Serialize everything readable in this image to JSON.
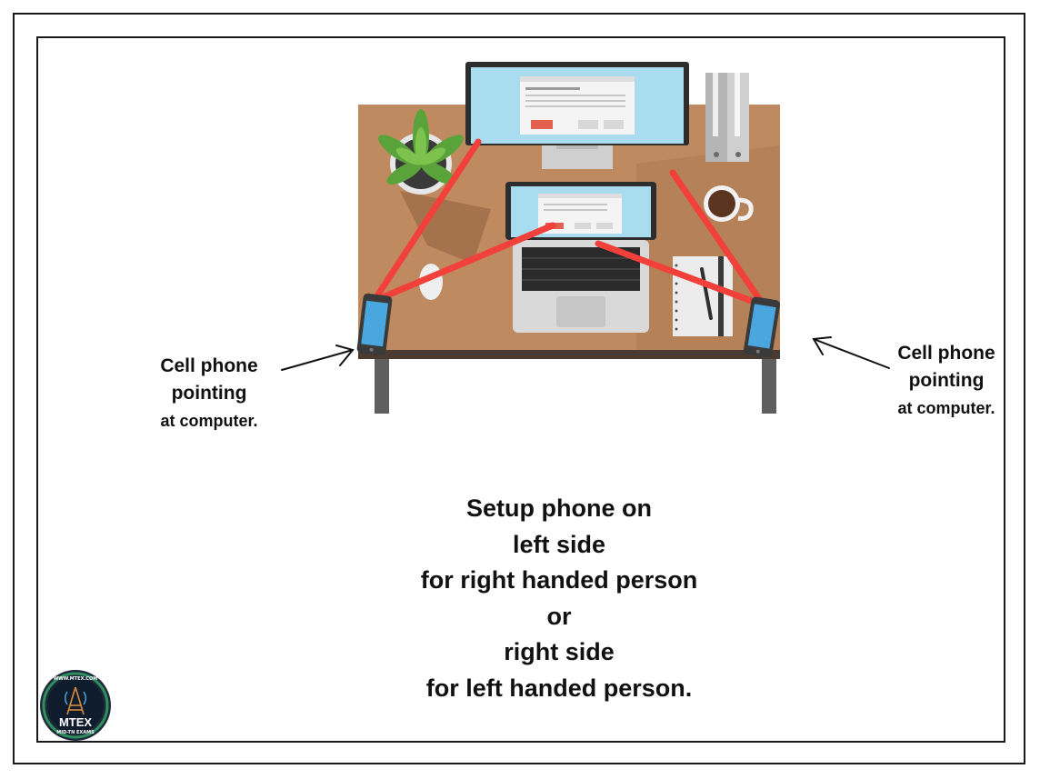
{
  "labels": {
    "left": [
      "Cell phone",
      "pointing",
      "at computer."
    ],
    "right": [
      "Cell phone",
      "pointing",
      "at computer."
    ]
  },
  "caption": [
    "Setup phone on",
    "left side",
    "for right handed person",
    "or",
    "right side",
    "for left handed person."
  ],
  "logo": {
    "url_text": "WWW.MTEX.COM",
    "name": "MTEX",
    "subtitle": "MID-TN EXAMS"
  },
  "colors": {
    "desk": "#c08a60",
    "sight_lines": "#f2403a",
    "screen": "#a9dcef",
    "phone_screen": "#4aa6df"
  }
}
